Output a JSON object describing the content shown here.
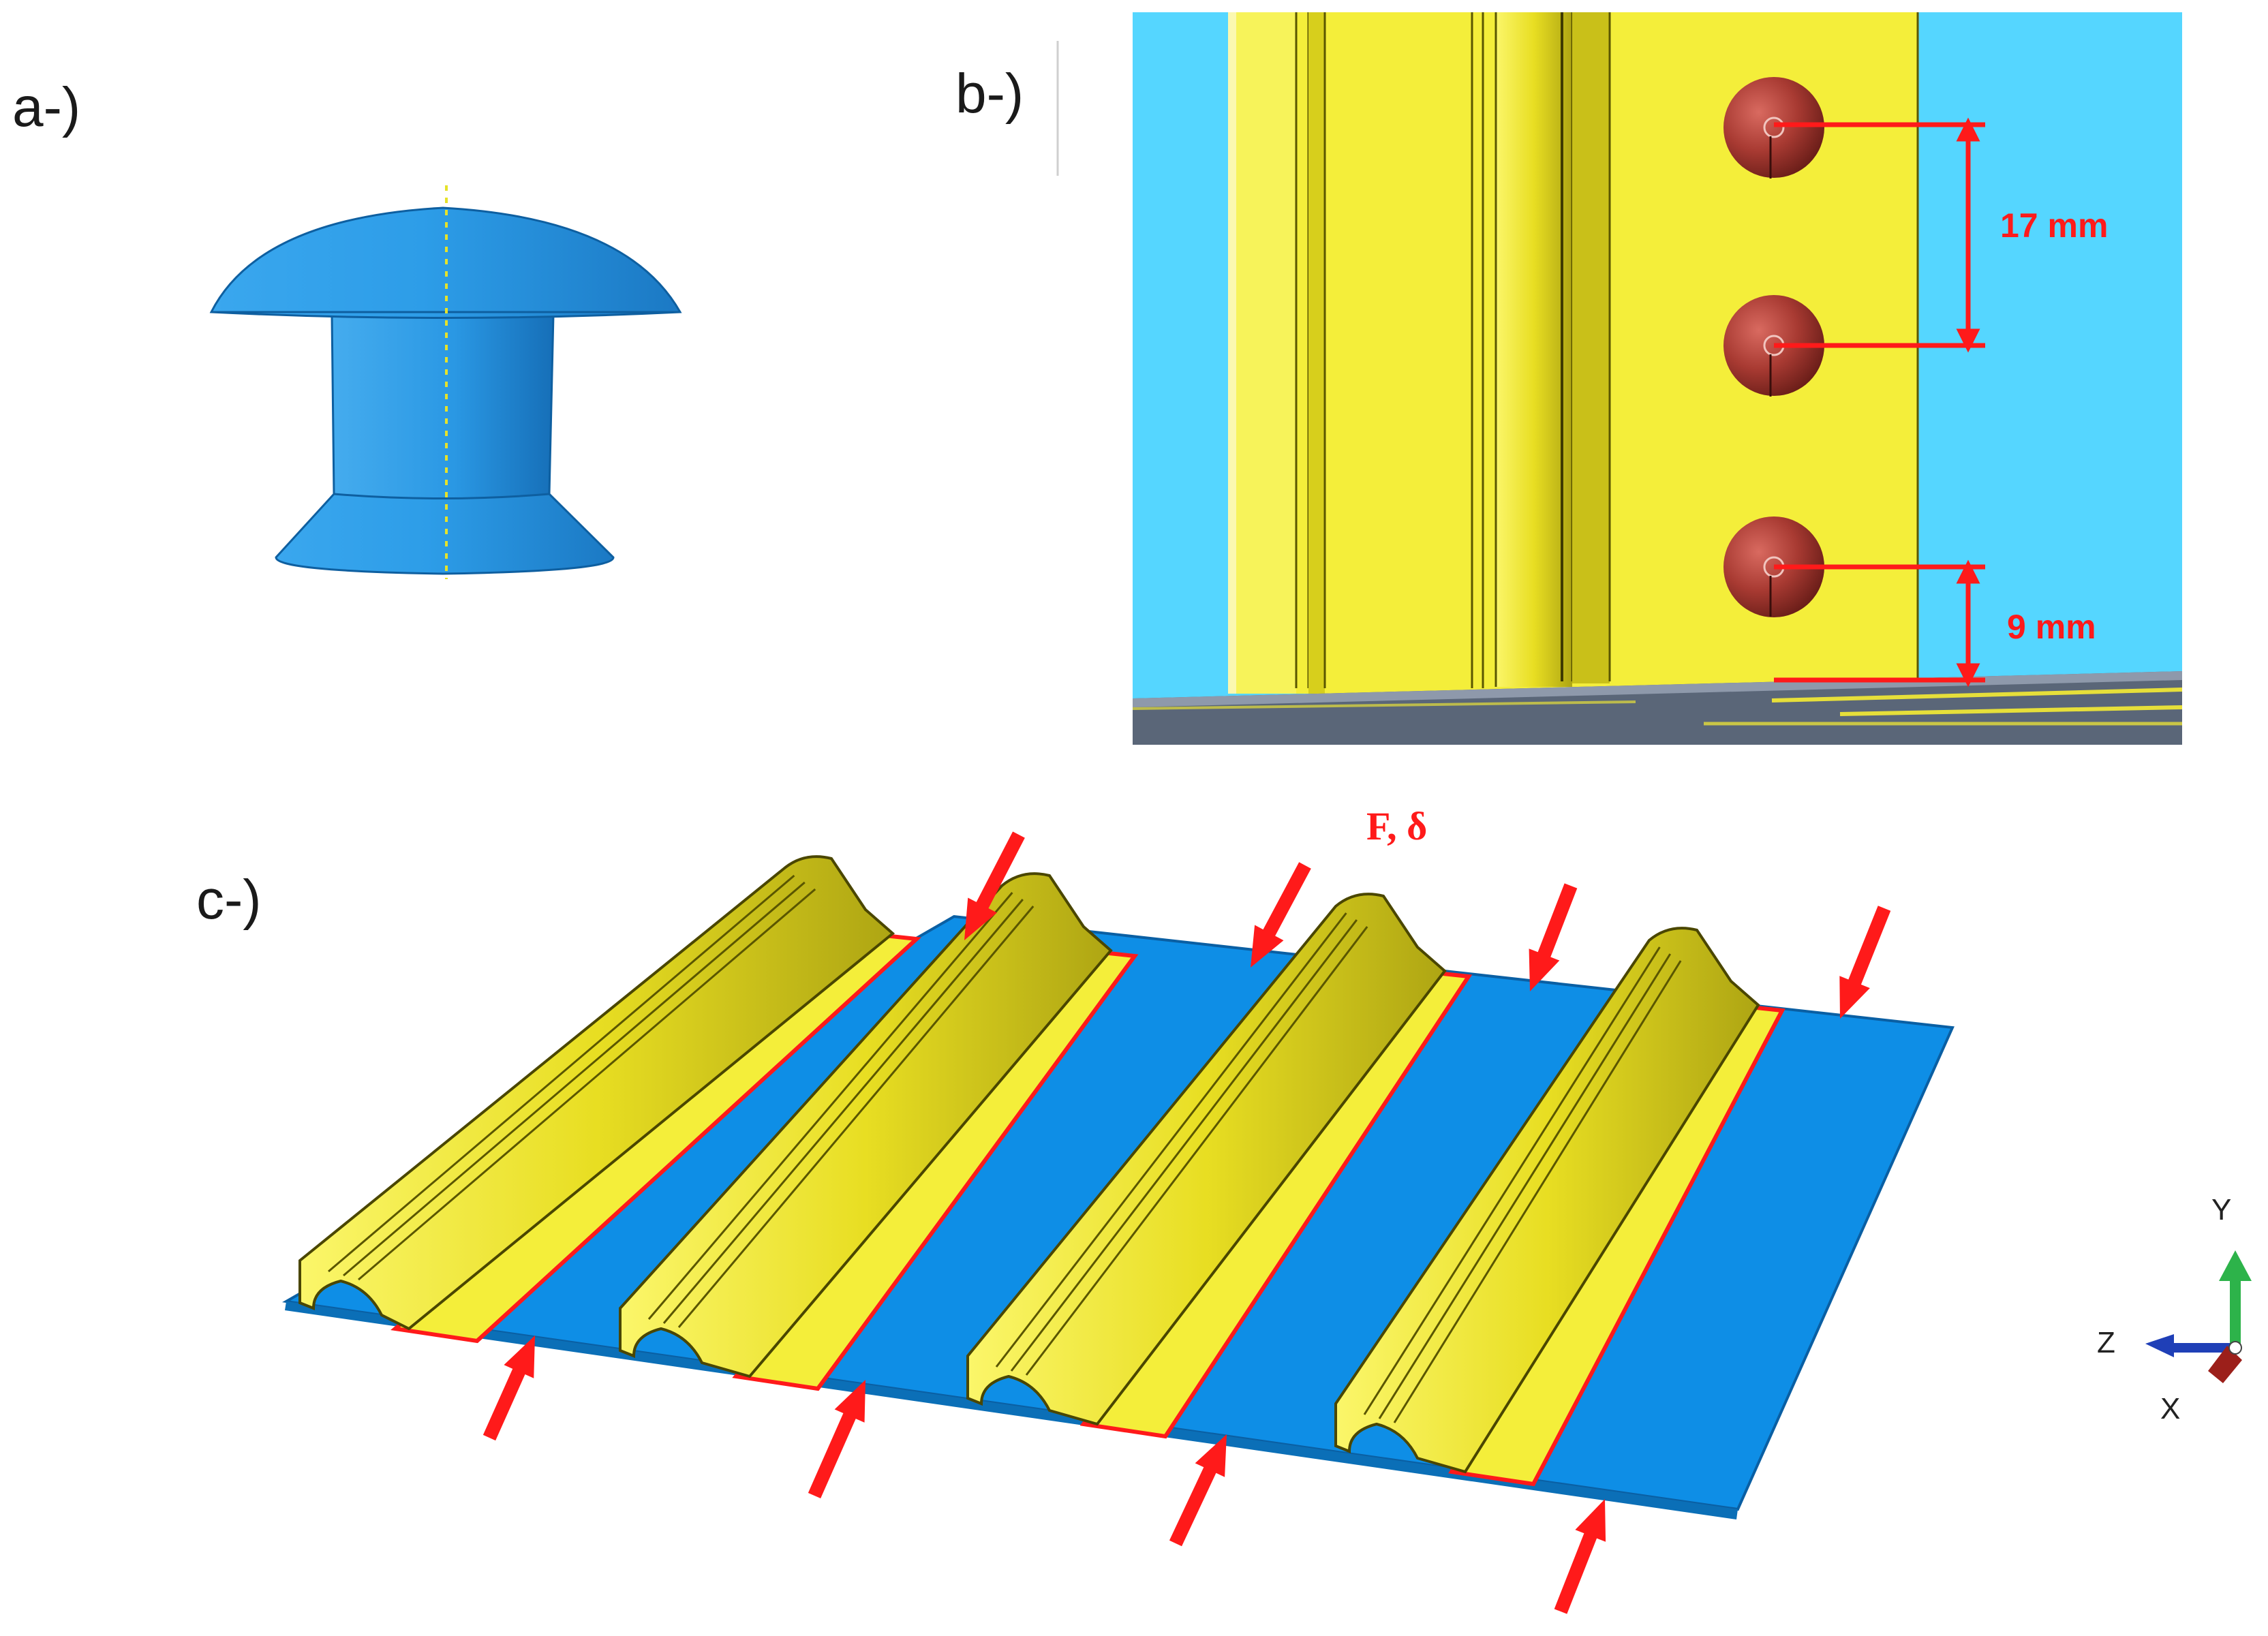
{
  "panels": {
    "a": {
      "label": "a-)"
    },
    "b": {
      "label": "b-)",
      "dim_top": "17 mm",
      "dim_bottom": "9 mm"
    },
    "c": {
      "label": "c-)",
      "load": "F, δ"
    }
  },
  "axes": {
    "y": "Y",
    "z": "Z",
    "x": "X"
  },
  "colors": {
    "rivet_blue": "#2a9fea",
    "background_cyan": "#55d6ff",
    "stringer_yellow": "#f4ee3a",
    "skin_blue": "#0e8ee6",
    "rivet_red": "#a83a32",
    "arrow_red": "#ff1a1a"
  },
  "icons": [
    "rivet-icon",
    "load-arrow-icon",
    "axis-triad-icon"
  ]
}
